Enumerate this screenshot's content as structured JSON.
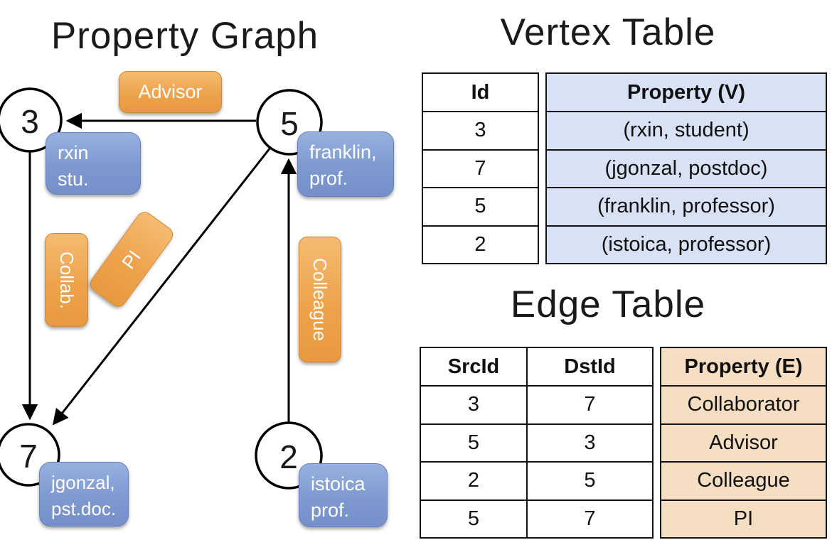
{
  "graph": {
    "title": "Property Graph",
    "nodes": [
      {
        "label": "3"
      },
      {
        "label": "5"
      },
      {
        "label": "7"
      },
      {
        "label": "2"
      }
    ],
    "vertex_boxes": [
      {
        "line1": "rxin",
        "line2": "stu."
      },
      {
        "line1": "franklin,",
        "line2": "prof."
      },
      {
        "line1": "jgonzal,",
        "line2": "pst.doc."
      },
      {
        "line1": "istoica",
        "line2": "prof."
      }
    ],
    "edge_labels": {
      "advisor": "Advisor",
      "collab": "Collab.",
      "pi": "PI",
      "colleague": "Colleague"
    }
  },
  "vertex_table": {
    "title": "Vertex Table",
    "col_id": "Id",
    "col_property": "Property (V)",
    "rows": [
      {
        "id": "3",
        "property": "(rxin, student)"
      },
      {
        "id": "7",
        "property": "(jgonzal, postdoc)"
      },
      {
        "id": "5",
        "property": "(franklin, professor)"
      },
      {
        "id": "2",
        "property": "(istoica, professor)"
      }
    ]
  },
  "edge_table": {
    "title": "Edge Table",
    "col_src": "SrcId",
    "col_dst": "DstId",
    "col_property": "Property (E)",
    "rows": [
      {
        "src": "3",
        "dst": "7",
        "property": "Collaborator"
      },
      {
        "src": "5",
        "dst": "3",
        "property": "Advisor"
      },
      {
        "src": "2",
        "dst": "5",
        "property": "Colleague"
      },
      {
        "src": "5",
        "dst": "7",
        "property": "PI"
      }
    ]
  },
  "colors": {
    "edge_label_fill": "#e8993f",
    "vertex_box_fill": "#7e99d0",
    "vertex_table_fill": "#d9e2f4",
    "edge_table_fill": "#f6dec3",
    "line": "#000000"
  }
}
